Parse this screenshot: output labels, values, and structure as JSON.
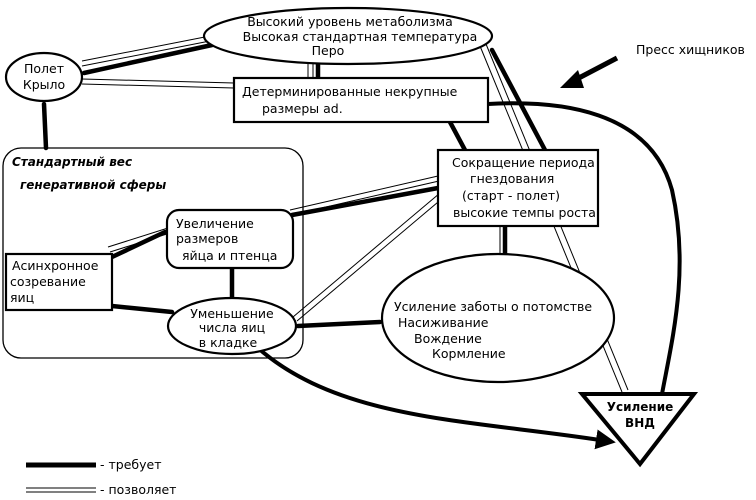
{
  "nodes": {
    "metabolism": {
      "lines": [
        "Высокий уровень метаболизма",
        "Высокая стандартная температура",
        "Перо"
      ]
    },
    "flight": {
      "lines": [
        "Полет",
        "Крыло"
      ]
    },
    "determinate": {
      "lines": [
        "Детерминированные некрупные",
        "размеры ad."
      ]
    },
    "predators": {
      "lines": [
        "Пресс хищников"
      ]
    },
    "standard_weight": {
      "lines": [
        "Стандартный вес",
        "генеративной сферы"
      ]
    },
    "nesting": {
      "lines": [
        "Сокращение периода",
        "гнездования",
        "(старт - полет)",
        "высокие темпы роста"
      ]
    },
    "egg_size": {
      "lines": [
        "Увеличение",
        "размеров",
        "яйца и птенца"
      ]
    },
    "async": {
      "lines": [
        "Асинхронное",
        "созревание",
        "яиц"
      ]
    },
    "clutch": {
      "lines": [
        "Уменьшение",
        "числа яиц",
        "в кладке"
      ]
    },
    "care": {
      "lines": [
        "Усиление заботы о потомстве",
        "Насиживание",
        "Вождение",
        "Кормление"
      ]
    },
    "vnd": {
      "lines": [
        "Усиление",
        "ВНД"
      ]
    }
  },
  "legend": {
    "requires": "требует",
    "allows": "позволяет"
  }
}
